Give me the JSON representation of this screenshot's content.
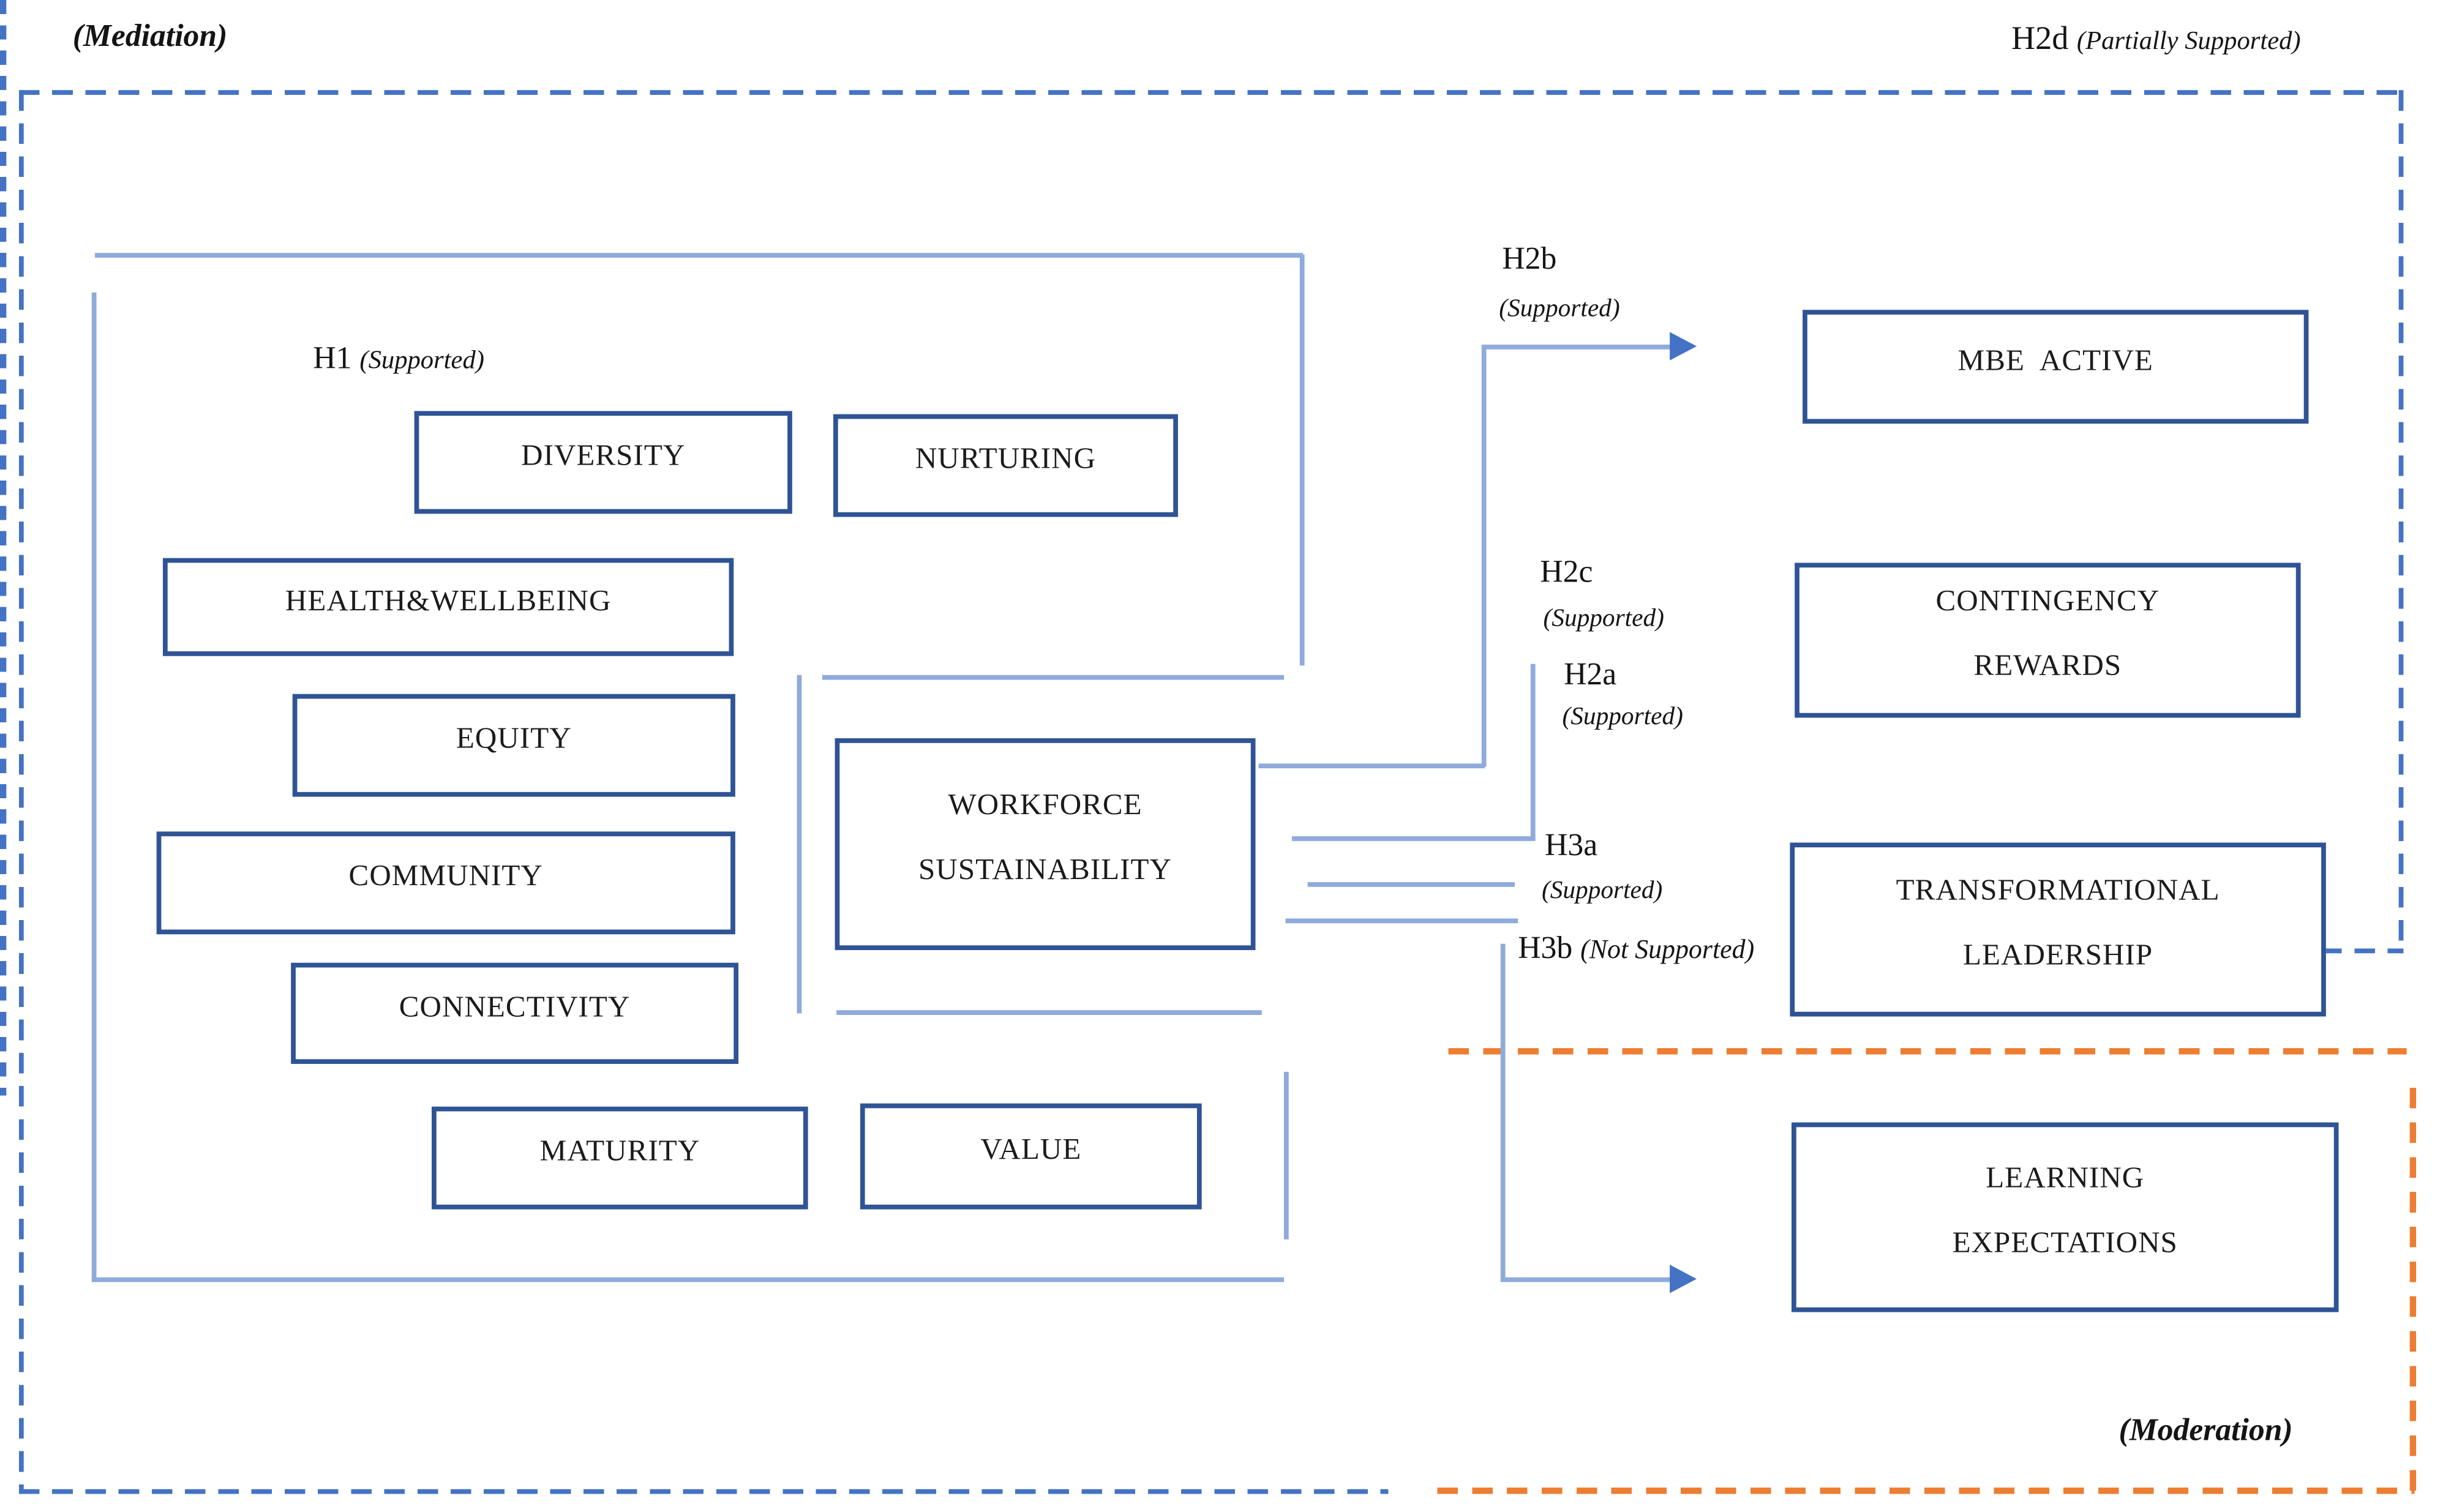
{
  "diagram": {
    "regions": {
      "mediation_label": "(Mediation)",
      "moderation_label": "(Moderation)"
    },
    "hypotheses": {
      "h1": {
        "name": "H1",
        "status": "(Supported)"
      },
      "h2b": {
        "name": "H2b",
        "status": "(Supported)"
      },
      "h2c": {
        "name": "H2c",
        "status": "(Supported)"
      },
      "h2a": {
        "name": "H2a",
        "status": "(Supported)"
      },
      "h3a": {
        "name": "H3a",
        "status": "(Supported)"
      },
      "h3b": {
        "name": "H3b",
        "status": "(Not Supported)"
      },
      "h2d": {
        "name": "H2d",
        "status": "(Partially Supported)"
      }
    },
    "workforce_indicators": {
      "diversity": "DIVERSITY",
      "nurturing": "NURTURING",
      "health": "HEALTH&WELLBEING",
      "equity": "EQUITY",
      "community": "COMMUNITY",
      "connectivity": "CONNECTIVITY",
      "maturity": "MATURITY",
      "value": "VALUE"
    },
    "mediator": {
      "workforce_sustainability": "WORKFORCE\nSUSTAINABILITY"
    },
    "leadership_constructs": {
      "mbe_active": "MBE  ACTIVE",
      "contingency_rewards": "CONTINGENCY\nREWARDS",
      "transformational_leadership": "TRANSFORMATIONAL\nLEADERSHIP",
      "learning_expectations": "LEARNING\nEXPECTATIONS"
    },
    "colors": {
      "box_border": "#2F5496",
      "connector_line": "#8FAADC",
      "dashed_blue": "#4472C4",
      "dashed_orange": "#ED7D31",
      "arrowhead": "#4472C4",
      "text": "#1b1b1b"
    }
  }
}
